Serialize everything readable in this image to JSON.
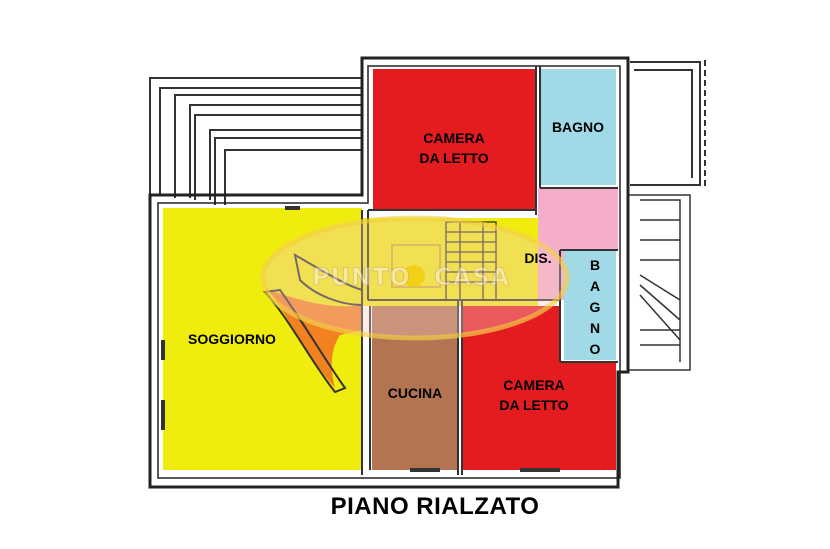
{
  "plan": {
    "title": "PIANO RIALZATO",
    "watermark": {
      "left": "PUNTO",
      "right": "CASA"
    },
    "rooms": {
      "soggiorno": {
        "label": "SOGGIORNO",
        "color": "#f0ec0d"
      },
      "camera_top": {
        "line1": "CAMERA",
        "line2": "DA LETTO",
        "color": "#e41c1f"
      },
      "bagno_top": {
        "label": "BAGNO",
        "color": "#a2d9e6"
      },
      "dis": {
        "label": "DIS.",
        "color": "#f5aec9"
      },
      "bagno_small": {
        "letters": [
          "B",
          "A",
          "G",
          "N",
          "O"
        ],
        "color": "#a2d9e6"
      },
      "cucina": {
        "label": "CUCINA",
        "color": "#b27451"
      },
      "camera_bottom": {
        "line1": "CAMERA",
        "line2": "DA LETTO",
        "color": "#e41c1f"
      },
      "entrance": {
        "color": "#f2811f"
      }
    }
  }
}
